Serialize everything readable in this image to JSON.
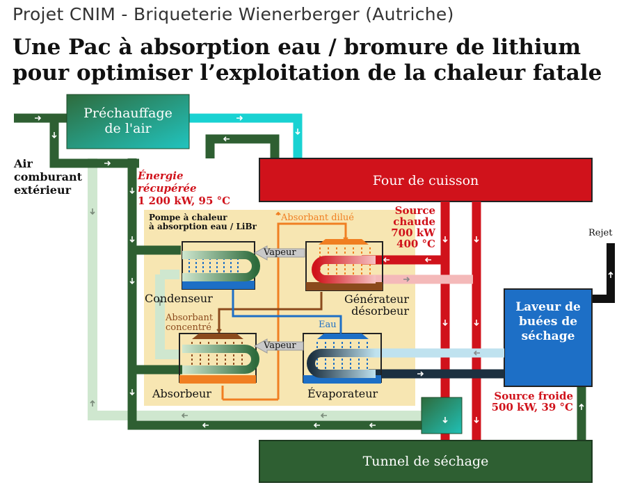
{
  "header": {
    "title": "Projet CNIM - Briqueterie Wienerberger (Autriche)",
    "headline_1": "Une Pac à absorption eau / bromure de lithium",
    "headline_2": "pour optimiser l’exploitation de la chaleur fatale"
  },
  "labels": {
    "prechauffage_1": "Préchauffage",
    "prechauffage_2": "de l'air",
    "air_1": "Air",
    "air_2": "comburant",
    "air_3": "extérieur",
    "energie_1": "Énergie",
    "energie_2": "récupérée",
    "energie_3": "1 200 kW, 95 °C",
    "four": "Four de cuisson",
    "pompe_1": "Pompe à chaleur",
    "pompe_2": "à absorption eau / LiBr",
    "absorbant_dilue": "Absorbant dilué",
    "source_chaude_1": "Source",
    "source_chaude_2": "chaude",
    "source_chaude_3": "700 kW",
    "source_chaude_4": "400 °C",
    "vapeur_1": "Vapeur",
    "vapeur_2": "Vapeur",
    "condenseur": "Condenseur",
    "generateur_1": "Générateur",
    "generateur_2": "désorbeur",
    "absorbant_concentre_1": "Absorbant",
    "absorbant_concentre_2": "concentré",
    "eau": "Eau",
    "absorbeur": "Absorbeur",
    "evaporateur": "Évaporateur",
    "laveur_1": "Laveur de",
    "laveur_2": "buées de",
    "laveur_3": "séchage",
    "rejet": "Rejet",
    "source_froide_1": "Source froide",
    "source_froide_2": "500 kW, 39 °C",
    "tunnel": "Tunnel de séchage"
  },
  "colors": {
    "dark_green": "#2e5f32",
    "light_green": "#cfe7cf",
    "red": "#d0121b",
    "dark_red": "#b01018",
    "pink": "#f4b9b9",
    "cyan": "#19d2d2",
    "orange": "#f07f22",
    "blue": "#1d6fc6",
    "light_blue": "#bfe2ef",
    "navy": "#1c3040",
    "panel": "#f7e6b2",
    "brown": "#8b4a1c"
  }
}
